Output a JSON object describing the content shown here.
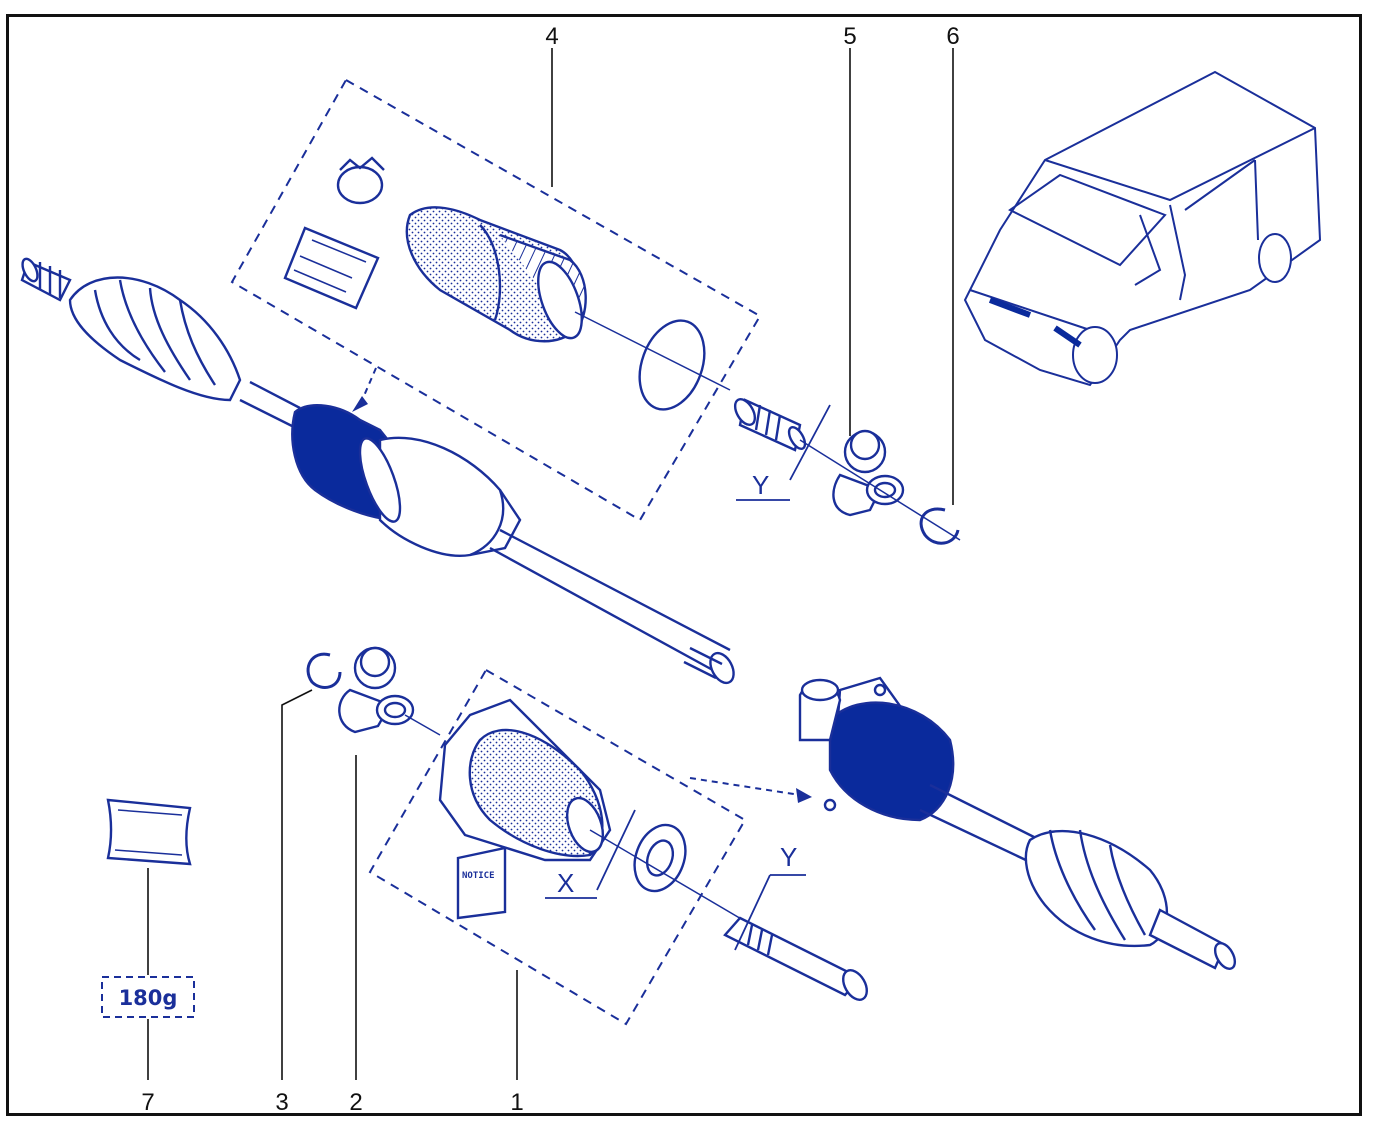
{
  "callouts": [
    {
      "id": "1",
      "label": "1"
    },
    {
      "id": "2",
      "label": "2"
    },
    {
      "id": "3",
      "label": "3"
    },
    {
      "id": "4",
      "label": "4"
    },
    {
      "id": "5",
      "label": "5"
    },
    {
      "id": "6",
      "label": "6"
    },
    {
      "id": "7",
      "label": "7"
    }
  ],
  "dimensions": {
    "y_top": "Y",
    "x_bottom": "X",
    "y_bottom": "Y"
  },
  "grease_quantity": "180g",
  "notice_label": "NOTICE",
  "colors": {
    "line": "#1a2f9a",
    "fill_dark": "#0a2a9c",
    "frame": "#111111",
    "callout_text": "#111111"
  }
}
